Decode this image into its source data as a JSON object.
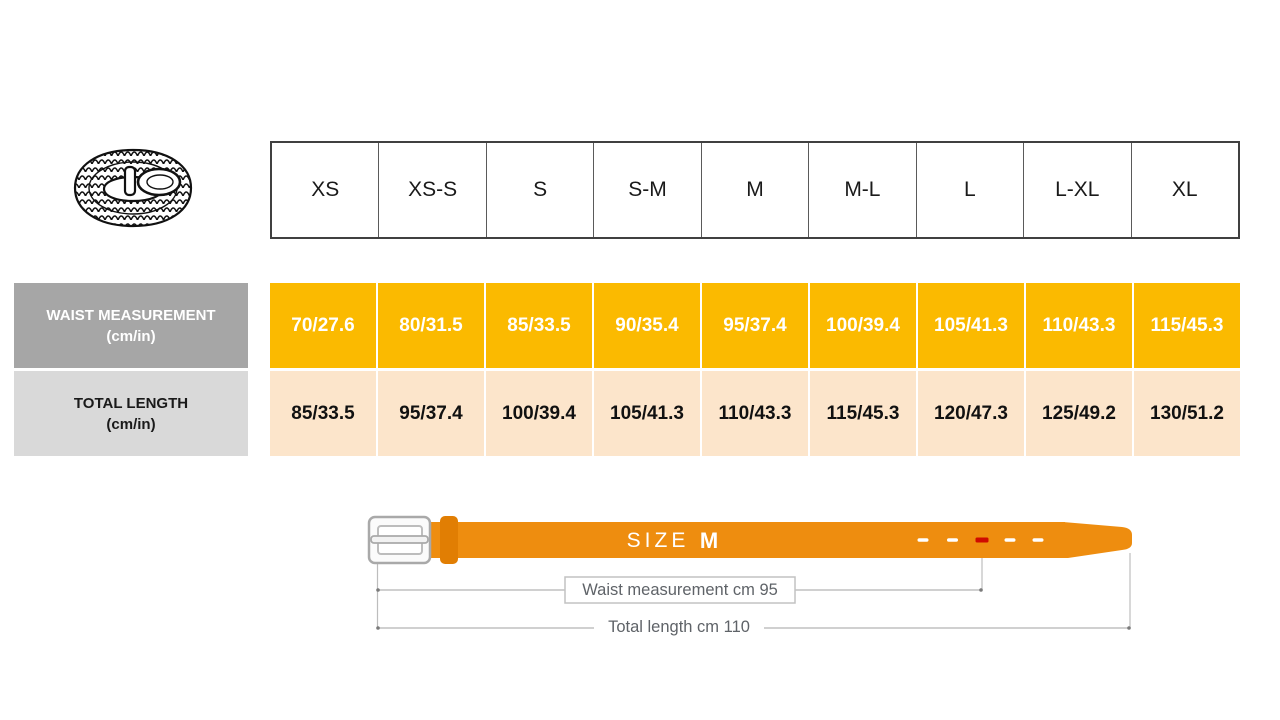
{
  "size_header": {
    "sizes": [
      "XS",
      "XS-S",
      "S",
      "S-M",
      "M",
      "M-L",
      "L",
      "L-XL",
      "XL"
    ]
  },
  "rows": {
    "waist": {
      "label": "WAIST MEASUREMENT",
      "unit": "(cm/in)",
      "values": [
        "70/27.6",
        "80/31.5",
        "85/33.5",
        "90/35.4",
        "95/37.4",
        "100/39.4",
        "105/41.3",
        "110/43.3",
        "115/45.3"
      ]
    },
    "length": {
      "label": "TOTAL LENGTH",
      "unit": "(cm/in)",
      "values": [
        "85/33.5",
        "95/37.4",
        "100/39.4",
        "105/41.3",
        "110/43.3",
        "115/45.3",
        "120/47.3",
        "125/49.2",
        "130/51.2"
      ]
    }
  },
  "diagram": {
    "size_word": "SIZE",
    "size_value": "M",
    "waist_note": "Waist measurement cm 95",
    "length_note": "Total length cm 110"
  },
  "icons": {
    "belt_thumbnail": "braided-belt-icon",
    "belt_diagram": "flat-belt-with-buckle-and-holes"
  },
  "colors": {
    "waist_cell_bg": "#fbba00",
    "length_cell_bg": "#fce5cb",
    "waist_label_bg": "#a6a6a6",
    "length_label_bg": "#d9d9d9",
    "belt_orange": "#ee8d0f",
    "keeper_orange": "#e17e03",
    "marked_hole_red": "#cf0a00",
    "table_border": "#404040"
  },
  "chart_data": {
    "type": "table",
    "columns": [
      "XS",
      "XS-S",
      "S",
      "S-M",
      "M",
      "M-L",
      "L",
      "L-XL",
      "XL"
    ],
    "rows": [
      {
        "label": "WAIST MEASUREMENT (cm/in)",
        "values": [
          "70/27.6",
          "80/31.5",
          "85/33.5",
          "90/35.4",
          "95/37.4",
          "100/39.4",
          "105/41.3",
          "110/43.3",
          "115/45.3"
        ]
      },
      {
        "label": "TOTAL LENGTH (cm/in)",
        "values": [
          "85/33.5",
          "95/37.4",
          "100/39.4",
          "105/41.3",
          "110/43.3",
          "115/45.3",
          "120/47.3",
          "125/49.2",
          "130/51.2"
        ]
      }
    ],
    "highlighted_example": {
      "size": "M",
      "waist_cm": 95,
      "total_length_cm": 110
    }
  }
}
